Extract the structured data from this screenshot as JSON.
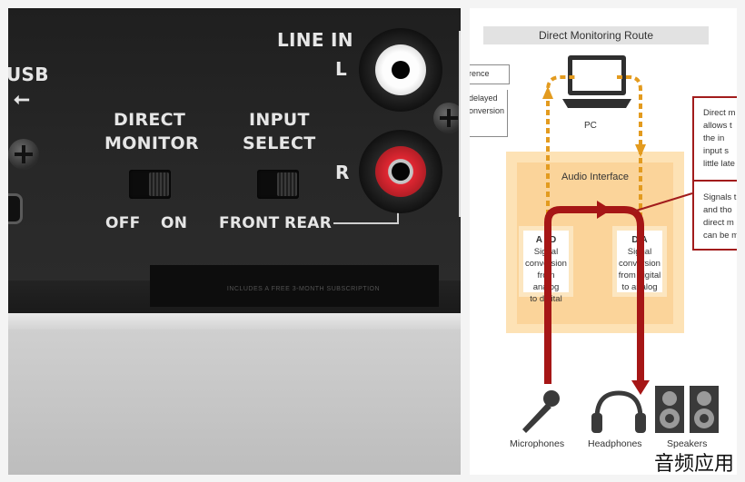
{
  "photo": {
    "labels": {
      "line_in": "LINE IN",
      "usb": "USB",
      "left": "L",
      "right": "R",
      "direct_monitor_1": "DIRECT",
      "direct_monitor_2": "MONITOR",
      "input_select_1": "INPUT",
      "input_select_2": "SELECT",
      "off": "OFF",
      "on": "ON",
      "front": "FRONT",
      "rear": "REAR",
      "sticker": "INCLUDES A FREE 3-MONTH SUBSCRIPTION"
    }
  },
  "diagram": {
    "title": "Direct Monitoring Route",
    "left_box": [
      "rence",
      "delayed",
      "onversion"
    ],
    "pc_label": "PC",
    "interface_label": "Audio Interface",
    "ad": {
      "title": "A / D",
      "lines": [
        "Signal",
        "conversion",
        "from analog",
        "to digital"
      ]
    },
    "da": {
      "title": "D/A",
      "lines": [
        "Signal",
        "conversion",
        "from digital",
        "to analog"
      ]
    },
    "red_box_top": [
      "Direct m",
      "allows t",
      "the  in",
      "input s",
      "little late"
    ],
    "red_box_bottom": [
      "Signals t",
      "and tho",
      "direct m",
      "can be m"
    ],
    "captions": {
      "mic": "Microphones",
      "headphones": "Headphones",
      "speakers": "Speakers"
    },
    "colors": {
      "route": "#e39b1f",
      "signal": "#a61616",
      "interface": "#fbd49a"
    }
  },
  "watermark": "音频应用"
}
